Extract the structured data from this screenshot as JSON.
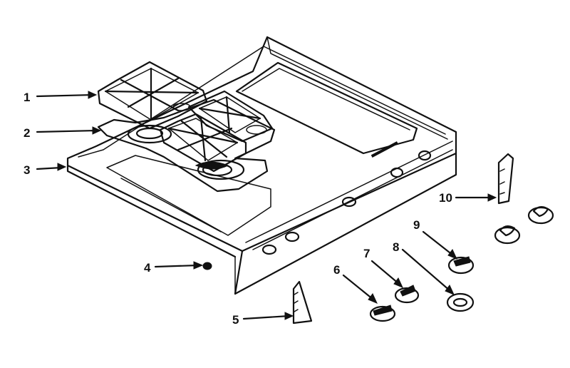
{
  "figure": {
    "callouts": [
      {
        "id": "1",
        "label": "1"
      },
      {
        "id": "2",
        "label": "2"
      },
      {
        "id": "3",
        "label": "3"
      },
      {
        "id": "4",
        "label": "4"
      },
      {
        "id": "5",
        "label": "5"
      },
      {
        "id": "6",
        "label": "6"
      },
      {
        "id": "7",
        "label": "7"
      },
      {
        "id": "8",
        "label": "8"
      },
      {
        "id": "9",
        "label": "9"
      },
      {
        "id": "10",
        "label": "10"
      }
    ]
  }
}
